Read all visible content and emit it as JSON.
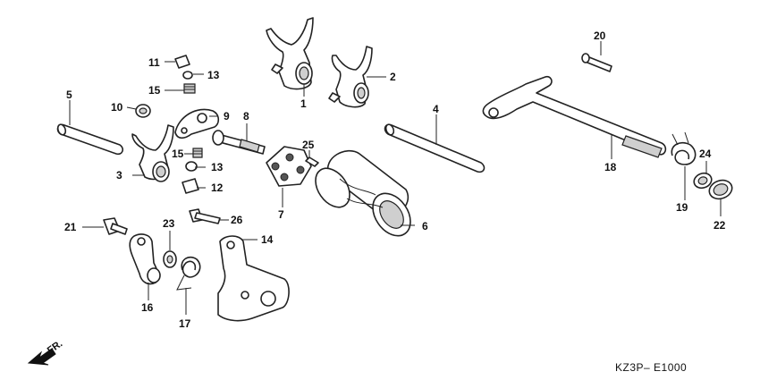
{
  "diagram": {
    "callouts": {
      "c1": "1",
      "c2": "2",
      "c3": "3",
      "c4": "4",
      "c5": "5",
      "c6": "6",
      "c7": "7",
      "c8": "8",
      "c9": "9",
      "c10": "10",
      "c11": "11",
      "c12": "12",
      "c13a": "13",
      "c13b": "13",
      "c14": "14",
      "c15a": "15",
      "c15b": "15",
      "c16": "16",
      "c17": "17",
      "c18": "18",
      "c19": "19",
      "c20": "20",
      "c21": "21",
      "c22": "22",
      "c23": "23",
      "c24": "24",
      "c25": "25",
      "c26": "26"
    },
    "front_indicator": "FR.",
    "drawing_code": "KZ3P– E1000"
  }
}
